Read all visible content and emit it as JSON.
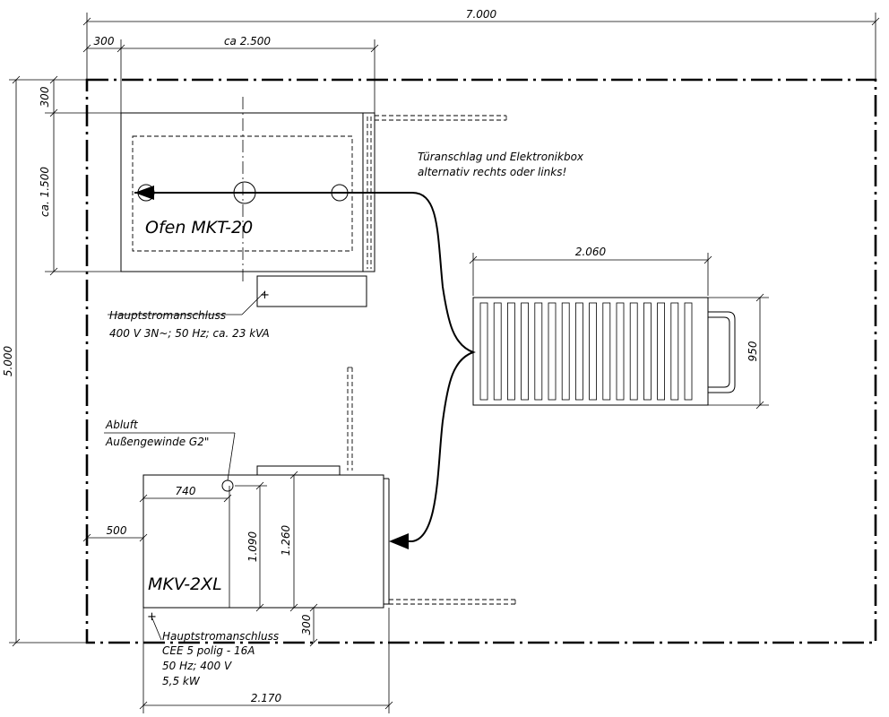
{
  "dimensions": {
    "total_width": "7.000",
    "total_height": "5.000",
    "left_offset": "300",
    "oven_width": "ca 2.500",
    "oven_top_offset": "300",
    "oven_depth": "ca. 1.500",
    "conveyor_length": "2.060",
    "conveyor_depth": "950",
    "mkv_exhaust_offset": "740",
    "mkv_left_offset": "500",
    "mkv_inner_height": "1.090",
    "mkv_height": "1.260",
    "mkv_bottom_offset": "300",
    "mkv_width": "2.170"
  },
  "labels": {
    "oven_name": "Ofen MKT-20",
    "mkv_name": "MKV-2XL",
    "door_note_line1": "Türanschlag und Elektronikbox",
    "door_note_line2": "alternativ rechts oder links!",
    "oven_power_title": "Hauptstromanschluss",
    "oven_power_spec": "400 V  3N~; 50 Hz; ca. 23 kVA",
    "exhaust_title": "Abluft",
    "exhaust_spec": "Außengewinde G2\"",
    "mkv_power_title": "Hauptstromanschluss",
    "mkv_power_spec1": "CEE 5 polig - 16A",
    "mkv_power_spec2": "50 Hz;  400 V",
    "mkv_power_spec3": "5,5 kW"
  },
  "symbols": {
    "plus": "+"
  }
}
